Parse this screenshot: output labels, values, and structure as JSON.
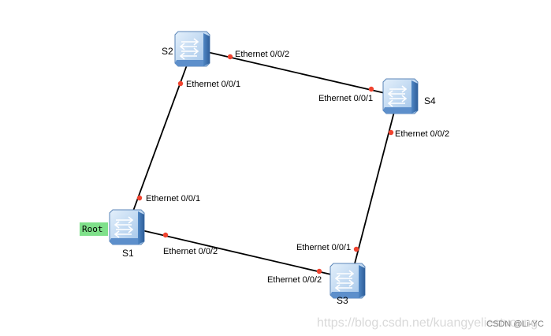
{
  "diagram": {
    "links": [
      {
        "from": "S2",
        "to": "S4"
      },
      {
        "from": "S2",
        "to": "S1"
      },
      {
        "from": "S4",
        "to": "S3"
      },
      {
        "from": "S1",
        "to": "S3"
      }
    ],
    "devices": [
      {
        "id": "s2",
        "label": "S2"
      },
      {
        "id": "s4",
        "label": "S4"
      },
      {
        "id": "s1",
        "label": "S1"
      },
      {
        "id": "s3",
        "label": "S3"
      }
    ],
    "ports": [
      {
        "id": "s2-right",
        "label": "Ethernet 0/0/2"
      },
      {
        "id": "s2-down",
        "label": "Ethernet 0/0/1"
      },
      {
        "id": "s4-left",
        "label": "Ethernet 0/0/1"
      },
      {
        "id": "s4-down",
        "label": "Ethernet 0/0/2"
      },
      {
        "id": "s1-up",
        "label": "Ethernet 0/0/1"
      },
      {
        "id": "s1-right",
        "label": "Ethernet 0/0/2"
      },
      {
        "id": "s3-up",
        "label": "Ethernet 0/0/1"
      },
      {
        "id": "s3-left",
        "label": "Ethernet 0/0/2"
      }
    ],
    "root_badge": {
      "label": "Root",
      "color": "#7fe08a"
    },
    "colors": {
      "link": "#000000",
      "port_dot": "#f0432f",
      "switch_body": "#6fa0d8"
    }
  },
  "watermark": {
    "url": "https://blog.csdn.net/kuangyeliestvoung",
    "credit": "CSDN @Li-YC"
  }
}
